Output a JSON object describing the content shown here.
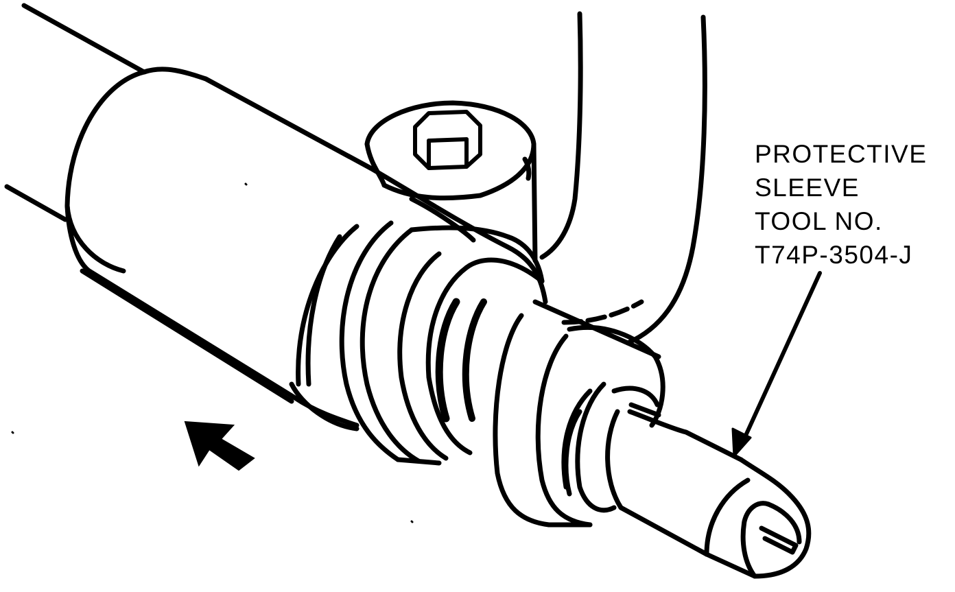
{
  "figure": {
    "ink_color": "#000000",
    "background_color": "#ffffff",
    "callout": {
      "lines": [
        "PROTECTIVE",
        "SLEEVE",
        "TOOL NO.",
        "T74P-3504-J"
      ]
    },
    "direction_arrow_icon": "arrow-up-left-icon"
  }
}
